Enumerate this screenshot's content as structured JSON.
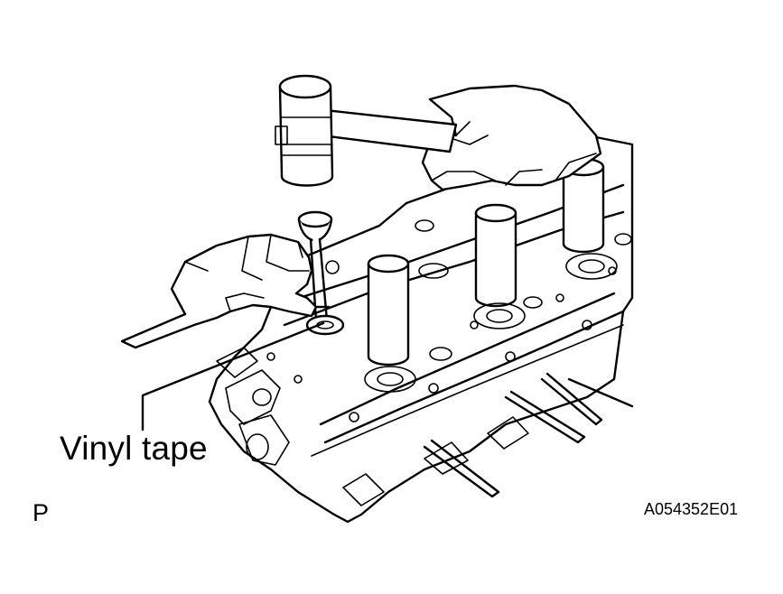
{
  "figure": {
    "callout_label": "Vinyl tape",
    "corner_letter": "P",
    "figure_code": "A054352E01"
  },
  "colors": {
    "ink": "#000000",
    "paper": "#ffffff"
  }
}
